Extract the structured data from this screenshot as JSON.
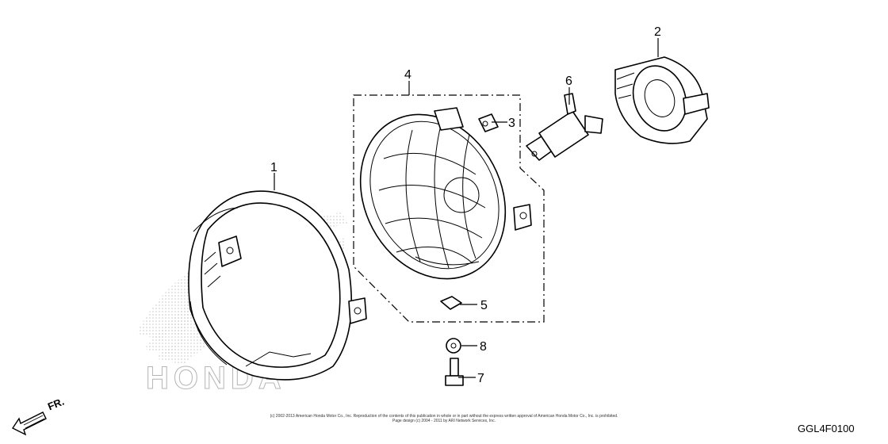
{
  "callouts": {
    "p1": "1",
    "p2": "2",
    "p3": "3",
    "p4": "4",
    "p5": "5",
    "p6": "6",
    "p7": "7",
    "p8": "8"
  },
  "direction_label": "FR.",
  "watermark_text": "HONDA",
  "copyright": {
    "line1": "(c) 2002-2013 American Honda Motor Co., Inc. Reproduction of the contents of this publication in whole or in part without the express written approval of American Honda Motor Co., Inc. is prohibited.",
    "line2": "Page design (c) 2004 - 2011 by ARI Network Services, Inc."
  },
  "diagram_code": "GGL4F0100"
}
